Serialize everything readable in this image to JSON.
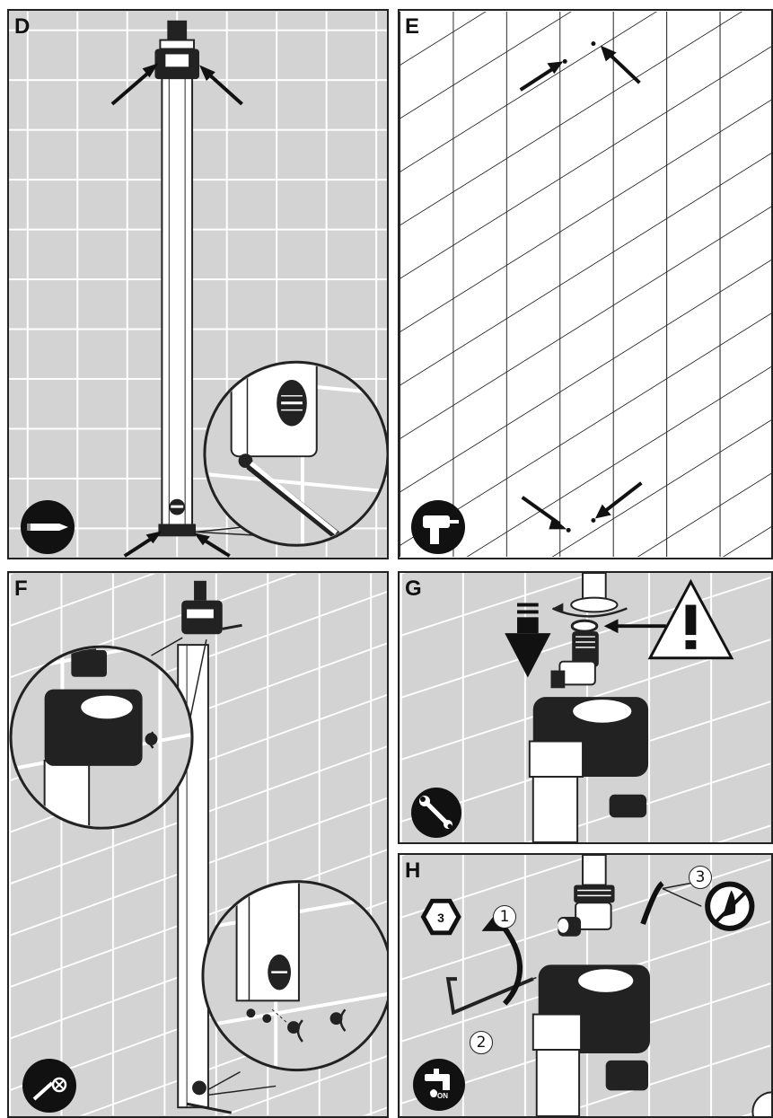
{
  "panels": {
    "d": {
      "letter": "D",
      "icon": "pencil-icon"
    },
    "e": {
      "letter": "E",
      "icon": "drill-icon"
    },
    "f": {
      "letter": "F",
      "icon": "screwdriver-icon"
    },
    "g": {
      "letter": "G",
      "icon": "wrench-icon"
    },
    "h": {
      "letter": "H",
      "icon": "tap-on-icon",
      "tool_size": "3",
      "tap_label": "ON",
      "steps": [
        "1",
        "2",
        "3"
      ]
    }
  },
  "colors": {
    "grid_background": "#d3d3d3",
    "tile_lines": "#ffffff",
    "ink": "#111111"
  }
}
